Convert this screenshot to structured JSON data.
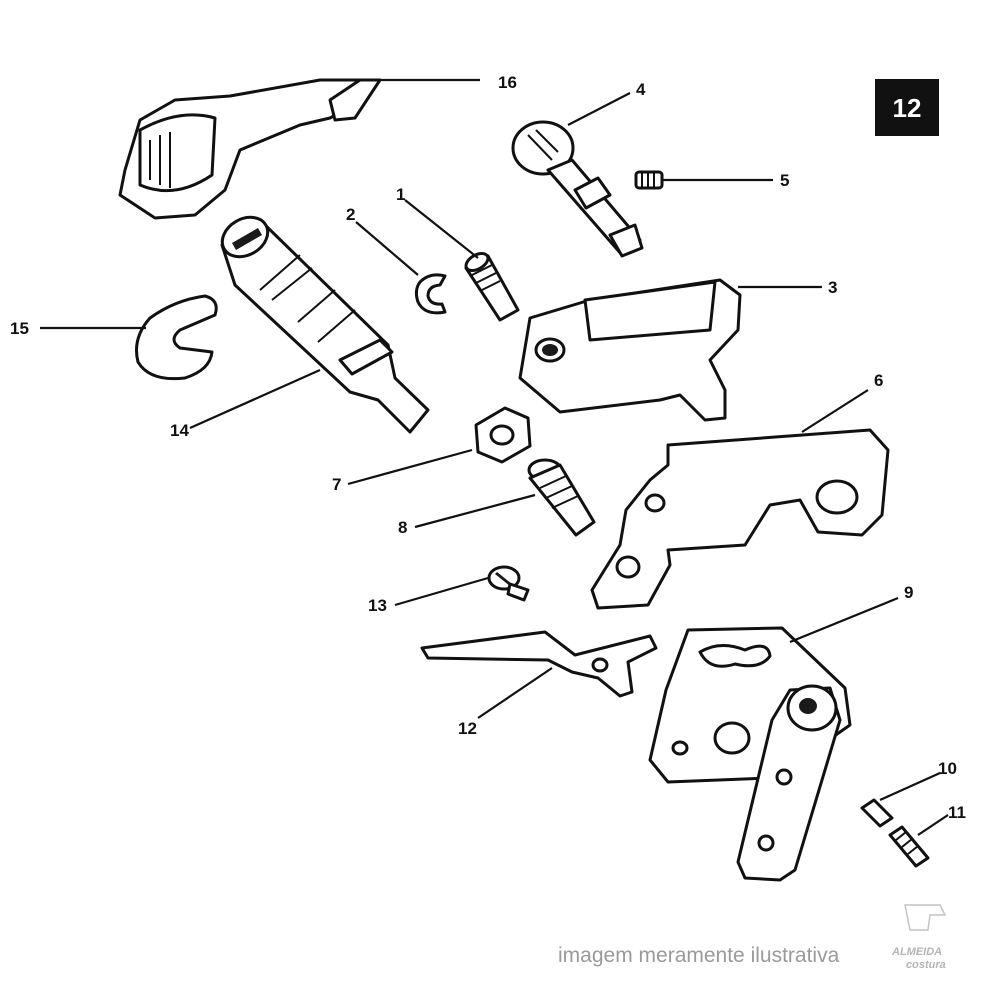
{
  "page_badge": "12",
  "callouts": {
    "p1": "1",
    "p2": "2",
    "p3": "3",
    "p4": "4",
    "p5": "5",
    "p6": "6",
    "p7": "7",
    "p8": "8",
    "p9": "9",
    "p10": "10",
    "p11": "11",
    "p12": "12",
    "p13": "13",
    "p14": "14",
    "p15": "15",
    "p16": "16"
  },
  "watermark": {
    "text": "imagem meramente ilustrativa",
    "logo_top": "ALMEIDA",
    "logo_bottom": "costura"
  },
  "colors": {
    "ink": "#111111",
    "paper": "#ffffff",
    "watermark": "#9a9a9a"
  }
}
